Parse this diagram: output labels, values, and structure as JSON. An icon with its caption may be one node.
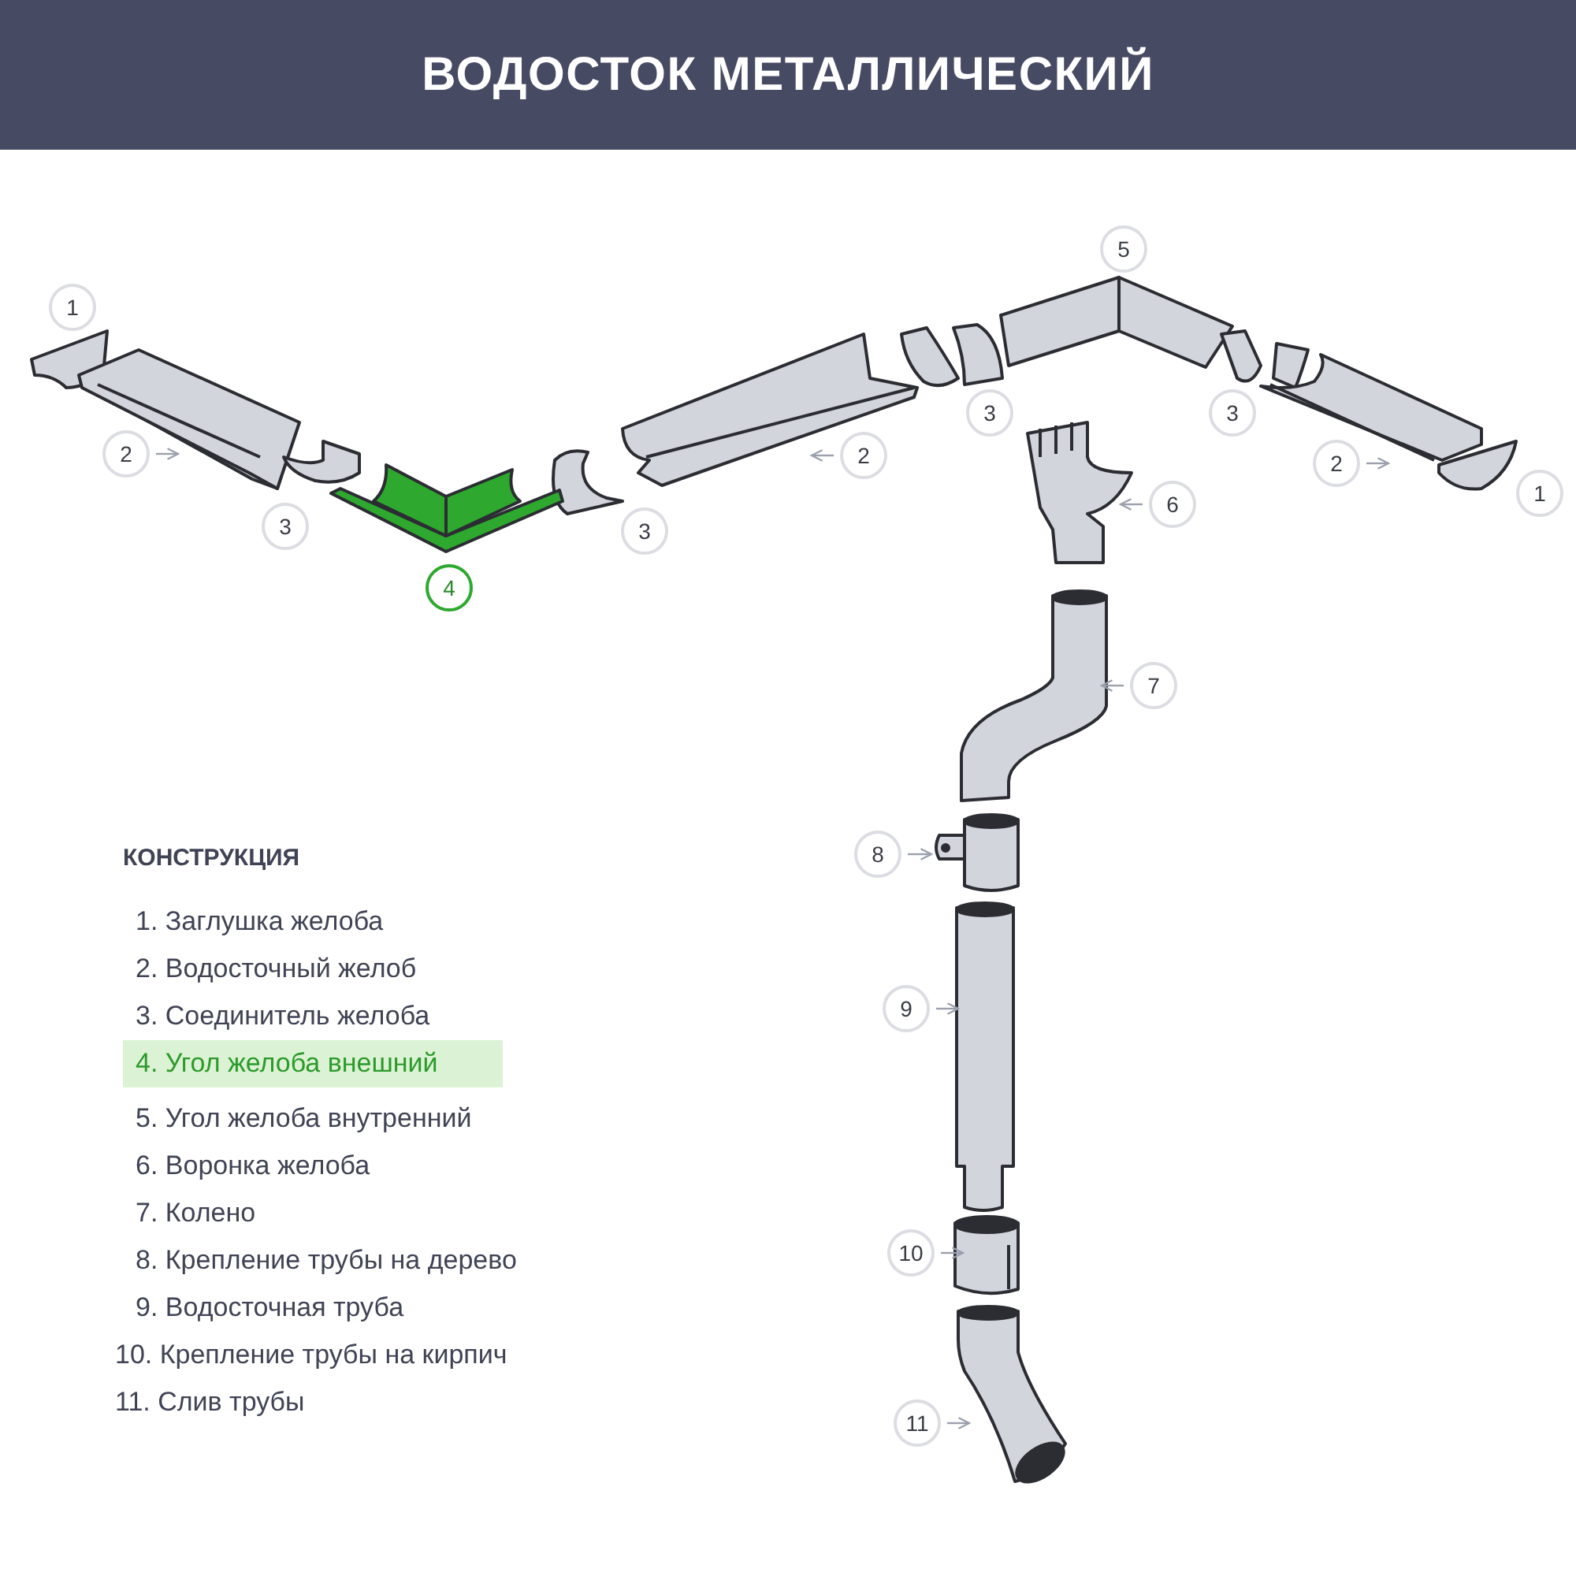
{
  "diagram": {
    "title": "ВОДОСТОК МЕТАЛЛИЧЕСКИЙ",
    "nodes": [
      {
        "text": [
          "5"
        ]
      },
      {
        "text": [
          "1"
        ]
      },
      {
        "text": [
          "3"
        ]
      },
      {
        "text": [
          "3"
        ]
      },
      {
        "text": [
          "2"
        ]
      },
      {
        "text": [
          "2"
        ]
      },
      {
        "text": [
          "2"
        ]
      },
      {
        "text": [
          "1"
        ]
      },
      {
        "text": [
          "6"
        ]
      },
      {
        "text": [
          "3"
        ]
      },
      {
        "text": [
          "3"
        ]
      },
      {
        "text": [
          "4"
        ]
      },
      {
        "text": [
          "7"
        ]
      },
      {
        "text": [
          "8"
        ]
      },
      {
        "text": [
          "9"
        ]
      },
      {
        "text": [
          "10"
        ]
      },
      {
        "text": [
          "11"
        ]
      },
      {
        "text": [
          "4. Угол желоба внешний"
        ]
      }
    ],
    "edges": [
      {
        "from": 4,
        "to": null,
        "arrow": "to"
      },
      {
        "from": 5,
        "to": null,
        "arrow": "to"
      },
      {
        "from": 6,
        "to": null,
        "arrow": "to"
      },
      {
        "from": 8,
        "to": null,
        "arrow": "to"
      },
      {
        "from": 12,
        "to": null,
        "arrow": "to"
      },
      {
        "from": 13,
        "to": null,
        "arrow": "to"
      },
      {
        "from": 14,
        "to": null,
        "arrow": "to"
      },
      {
        "from": 15,
        "to": null,
        "arrow": "to"
      },
      {
        "from": 16,
        "to": null,
        "arrow": "to"
      }
    ],
    "labels": [
      "КОНСТРУКЦИЯ",
      "1. Заглушка желоба",
      "2. Водосточный желоб",
      "3. Соединитель желоба",
      "5. Угол желоба внутренний",
      "6. Воронка желоба",
      "7. Колено",
      "8. Крепление трубы на дерево",
      "9. Водосточная труба",
      "10. Крепление трубы на кирпич",
      "11. Слив трубы"
    ]
  }
}
